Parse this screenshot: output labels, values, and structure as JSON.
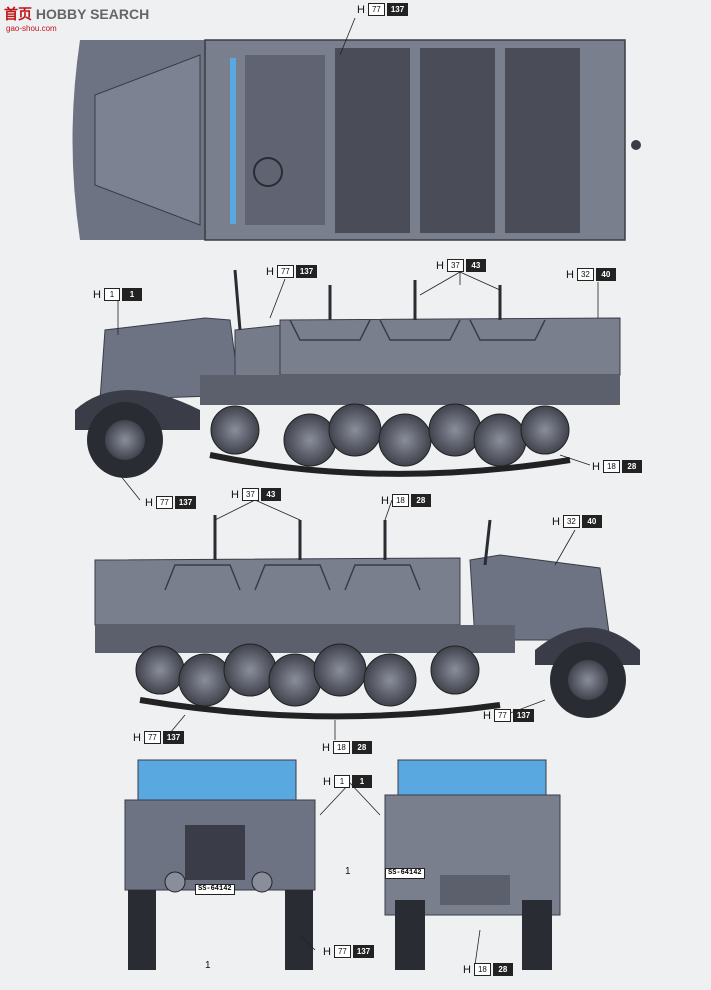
{
  "watermark": {
    "brand_cn": "首页",
    "brand_en": "HOBBY SEARCH",
    "url": "gao-shou.com"
  },
  "plate_number": "SS-64142",
  "view_number_label": "1",
  "callouts": {
    "top_roof": {
      "prefix": "H",
      "a": "77",
      "b": "137"
    },
    "side1_hood": {
      "prefix": "H",
      "a": "1",
      "b": "1"
    },
    "side1_body": {
      "prefix": "H",
      "a": "77",
      "b": "137"
    },
    "side1_rifles": {
      "prefix": "H",
      "a": "37",
      "b": "43"
    },
    "side1_rear": {
      "prefix": "H",
      "a": "32",
      "b": "40"
    },
    "side1_track": {
      "prefix": "H",
      "a": "18",
      "b": "28"
    },
    "side1_wheel": {
      "prefix": "H",
      "a": "77",
      "b": "137"
    },
    "side2_rifles": {
      "prefix": "H",
      "a": "37",
      "b": "43"
    },
    "side2_rifle3": {
      "prefix": "H",
      "a": "18",
      "b": "28"
    },
    "side2_hood": {
      "prefix": "H",
      "a": "32",
      "b": "40"
    },
    "side2_wheel": {
      "prefix": "H",
      "a": "77",
      "b": "137"
    },
    "side2_track_l": {
      "prefix": "H",
      "a": "77",
      "b": "137"
    },
    "side2_track": {
      "prefix": "H",
      "a": "18",
      "b": "28"
    },
    "front_light": {
      "prefix": "H",
      "a": "1",
      "b": "1"
    },
    "front_bottom": {
      "prefix": "H",
      "a": "77",
      "b": "137"
    },
    "rear_bottom": {
      "prefix": "H",
      "a": "18",
      "b": "28"
    }
  },
  "colors": {
    "vehicle_grey": "#6e7383",
    "dark_grey": "#3a3d47",
    "glass_blue": "#5aa8e0",
    "background": "#eef0f1"
  }
}
